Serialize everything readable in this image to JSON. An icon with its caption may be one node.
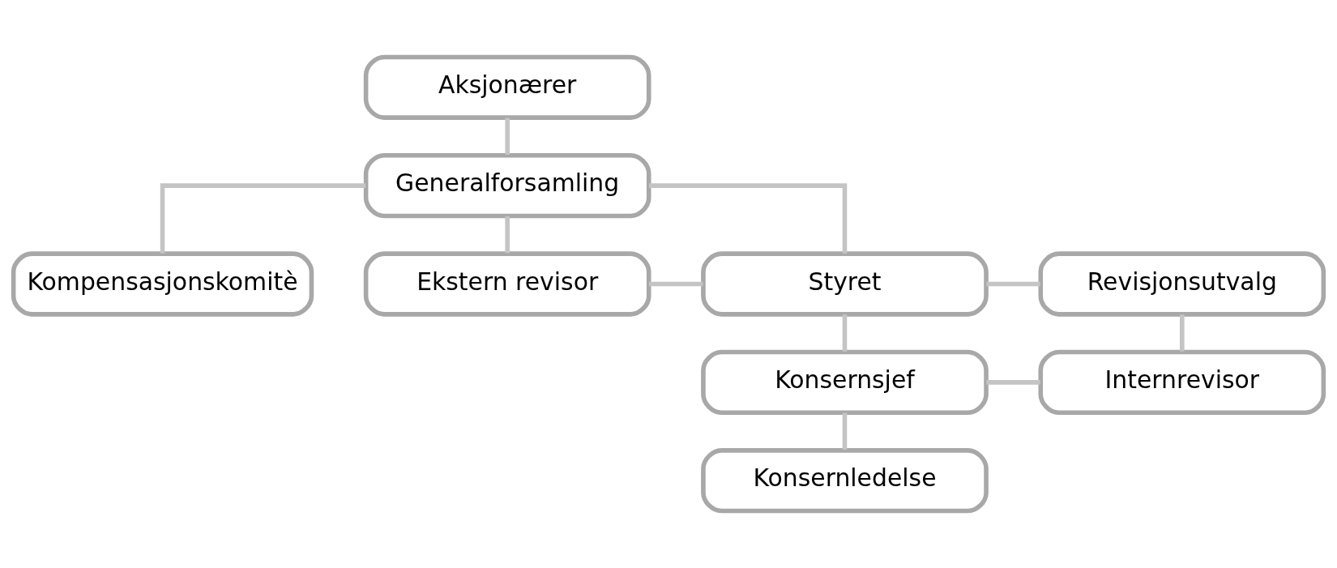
{
  "diagram": {
    "nodes": [
      {
        "text": [
          "Aksjonærer"
        ]
      },
      {
        "text": [
          "Kompensasjonskomitè"
        ]
      },
      {
        "text": [
          "Generalforsamling"
        ]
      },
      {
        "text": [
          "Ekstern revisor"
        ]
      },
      {
        "text": [
          "Styret"
        ]
      },
      {
        "text": [
          "Revisjonsutvalg"
        ]
      },
      {
        "text": [
          "Konsernsjef"
        ]
      },
      {
        "text": [
          "Internrevisor"
        ]
      },
      {
        "text": [
          "Konsernledelse"
        ]
      }
    ],
    "edges": [
      {
        "from": 0,
        "to": 2,
        "arrow": "none"
      },
      {
        "from": 2,
        "to": 1,
        "arrow": "none"
      },
      {
        "from": 2,
        "to": 3,
        "arrow": "none"
      },
      {
        "from": 2,
        "to": 4,
        "arrow": "none"
      },
      {
        "from": 3,
        "to": 4,
        "arrow": "none"
      },
      {
        "from": 4,
        "to": 5,
        "arrow": "none"
      },
      {
        "from": 4,
        "to": 6,
        "arrow": "none"
      },
      {
        "from": 5,
        "to": 7,
        "arrow": "none"
      },
      {
        "from": 6,
        "to": 7,
        "arrow": "none"
      },
      {
        "from": 6,
        "to": 8,
        "arrow": "none"
      }
    ]
  }
}
